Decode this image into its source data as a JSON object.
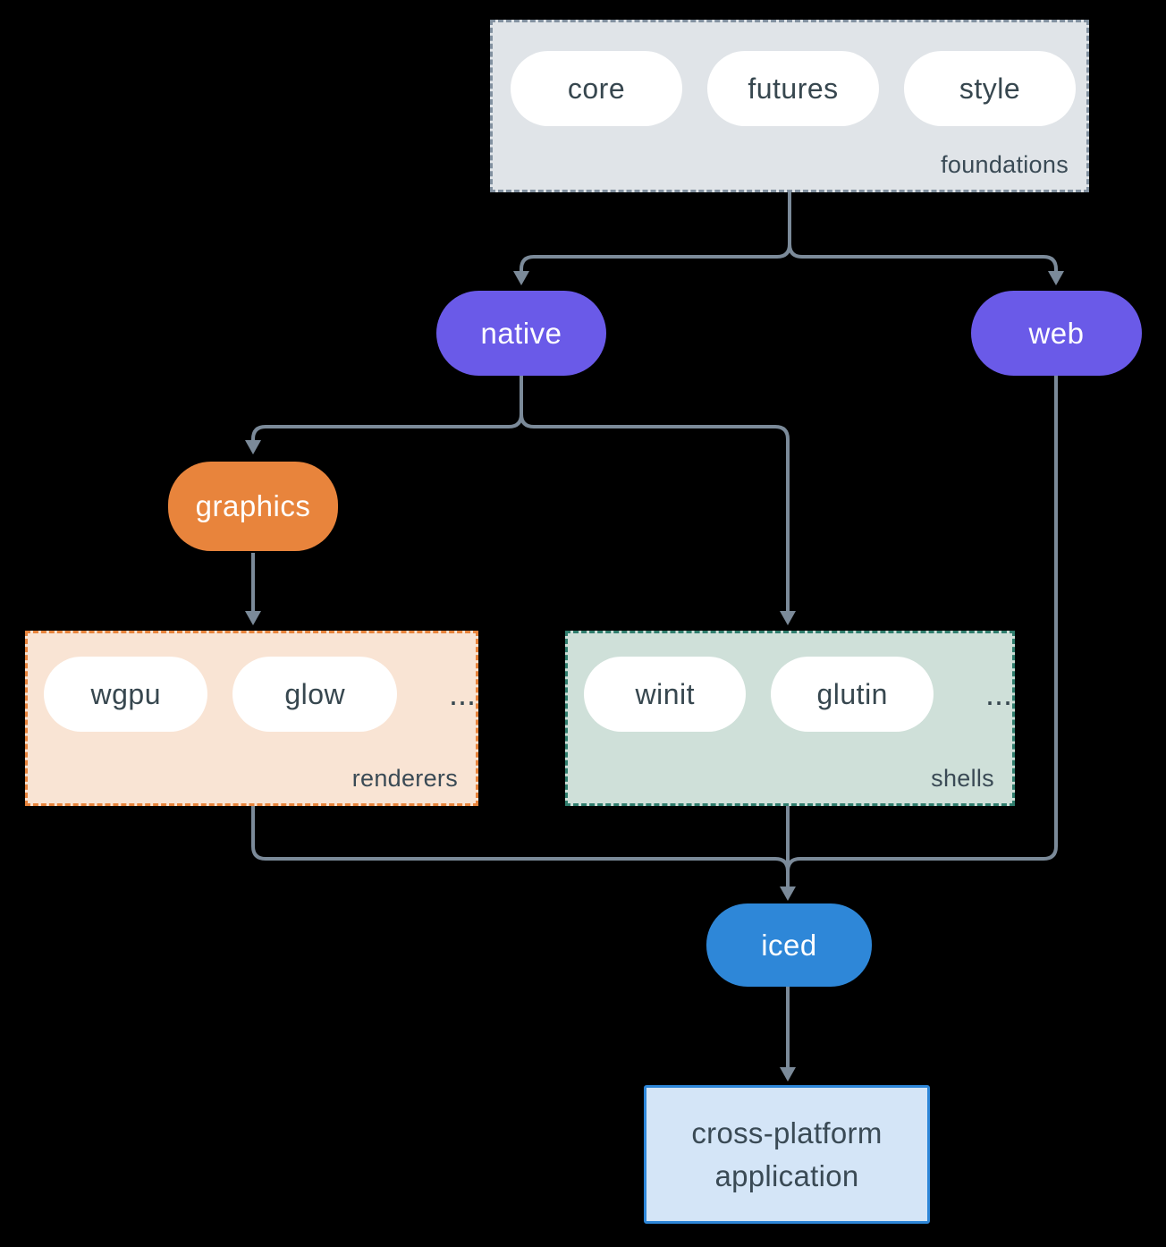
{
  "colors": {
    "background": "#000000",
    "arrow": "#7b8a99",
    "node_purple": "#6a5ae8",
    "node_orange": "#e8843c",
    "node_blue": "#2e87d8",
    "foundations_fill": "#e0e4e8",
    "foundations_border": "#8291a0",
    "renderers_fill": "#f9e4d4",
    "renderers_border": "#e8843c",
    "shells_fill": "#cfe0d9",
    "shells_border": "#2f7d6d",
    "application_fill": "#d4e5f7",
    "application_border": "#2d86d8",
    "inner_pill_fill": "#ffffff",
    "dark_text": "#37474f"
  },
  "foundations": {
    "label": "foundations",
    "items": [
      {
        "label": "core"
      },
      {
        "label": "futures"
      },
      {
        "label": "style"
      }
    ]
  },
  "nodes": {
    "native": "native",
    "web": "web",
    "graphics": "graphics",
    "iced": "iced"
  },
  "renderers": {
    "label": "renderers",
    "items": [
      {
        "label": "wgpu"
      },
      {
        "label": "glow"
      }
    ],
    "ellipsis": "..."
  },
  "shells": {
    "label": "shells",
    "items": [
      {
        "label": "winit"
      },
      {
        "label": "glutin"
      }
    ],
    "ellipsis": "..."
  },
  "application": {
    "line1": "cross-platform",
    "line2": "application"
  }
}
